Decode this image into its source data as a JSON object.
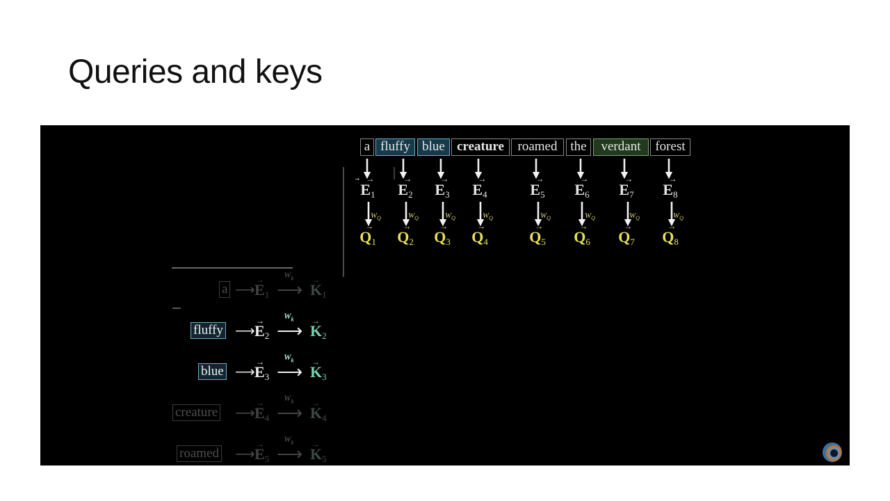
{
  "slide": {
    "title": "Queries and keys"
  },
  "query_diagram": {
    "tokens": [
      "a",
      "fluffy",
      "blue",
      "creature",
      "roamed",
      "the",
      "verdant",
      "forest"
    ],
    "embedding_symbol": "E",
    "query_symbol": "Q",
    "query_matrix_label": "W",
    "query_matrix_sub": "Q",
    "indices": [
      "1",
      "2",
      "3",
      "4",
      "5",
      "6",
      "7",
      "8"
    ]
  },
  "key_diagram": {
    "matrix_label": "W",
    "matrix_sub": "k",
    "rows": [
      {
        "token": "a",
        "e": "E",
        "k": "K",
        "index": "1",
        "state": "dim"
      },
      {
        "token": "fluffy",
        "e": "E",
        "k": "K",
        "index": "2",
        "state": "bright"
      },
      {
        "token": "blue",
        "e": "E",
        "k": "K",
        "index": "3",
        "state": "bright"
      },
      {
        "token": "creature",
        "e": "E",
        "k": "K",
        "index": "4",
        "state": "dim"
      },
      {
        "token": "roamed",
        "e": "E",
        "k": "K",
        "index": "5",
        "state": "dim"
      }
    ]
  },
  "colors": {
    "panel_background": "#000000",
    "query_yellow": "#e8e05a",
    "key_teal": "#79d1b3",
    "highlight_blue": "#6aaec8",
    "highlight_green": "#7ea86e"
  },
  "icons": {
    "down_arrow": "down-arrow-icon",
    "right_arrow": "right-arrow-icon",
    "watermark": "pi-creature-logo-icon"
  }
}
